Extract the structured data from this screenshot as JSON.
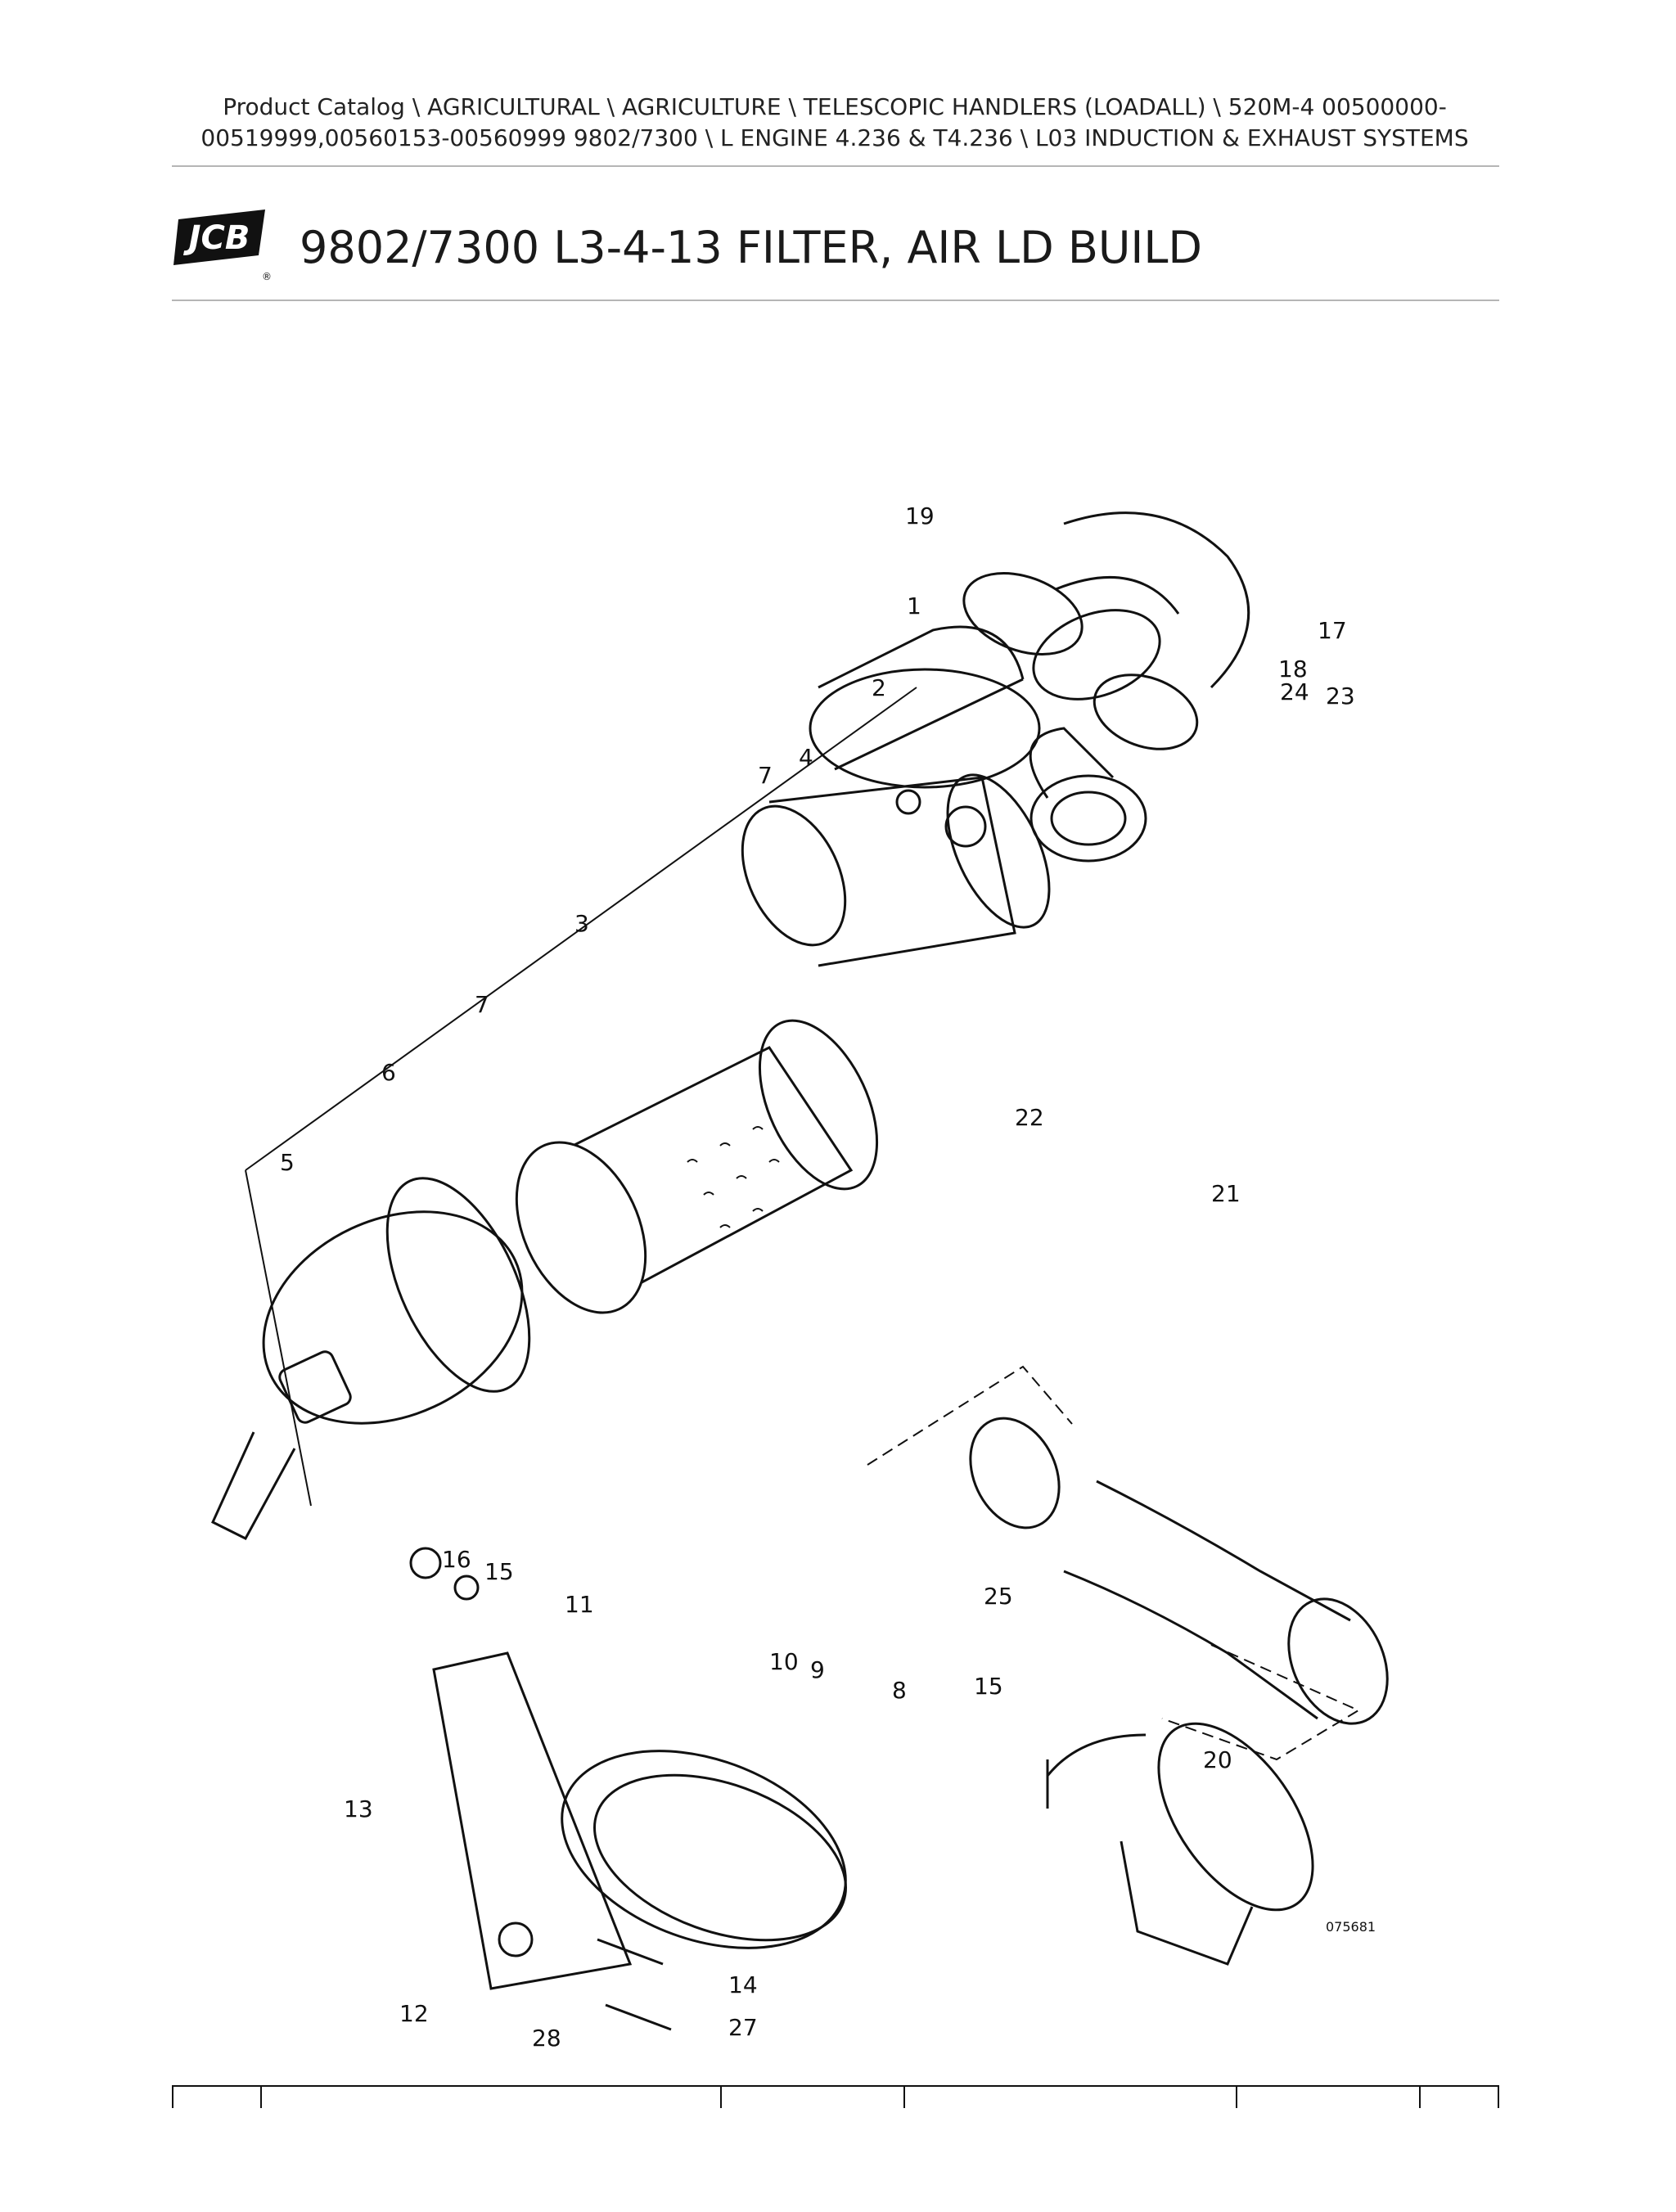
{
  "breadcrumb": {
    "line1": "Product Catalog  \\  AGRICULTURAL  \\  AGRICULTURE  \\  TELESCOPIC HANDLERS (LOADALL)  \\  520M-4 00500000-",
    "line2": "00519999,00560153-00560999 9802/7300  \\  L ENGINE 4.236 & T4.236  \\  L03 INDUCTION & EXHAUST SYSTEMS"
  },
  "logo": {
    "text": "JCB"
  },
  "page_title": "9802/7300 L3-4-13 FILTER, AIR LD BUILD",
  "diagram": {
    "callouts": [
      "1",
      "2",
      "3",
      "4",
      "5",
      "6",
      "7",
      "7",
      "8",
      "9",
      "10",
      "11",
      "12",
      "13",
      "14",
      "15",
      "15",
      "16",
      "17",
      "18",
      "19",
      "20",
      "21",
      "22",
      "23",
      "24",
      "25",
      "27",
      "28"
    ],
    "drawing_ref": "075681"
  }
}
